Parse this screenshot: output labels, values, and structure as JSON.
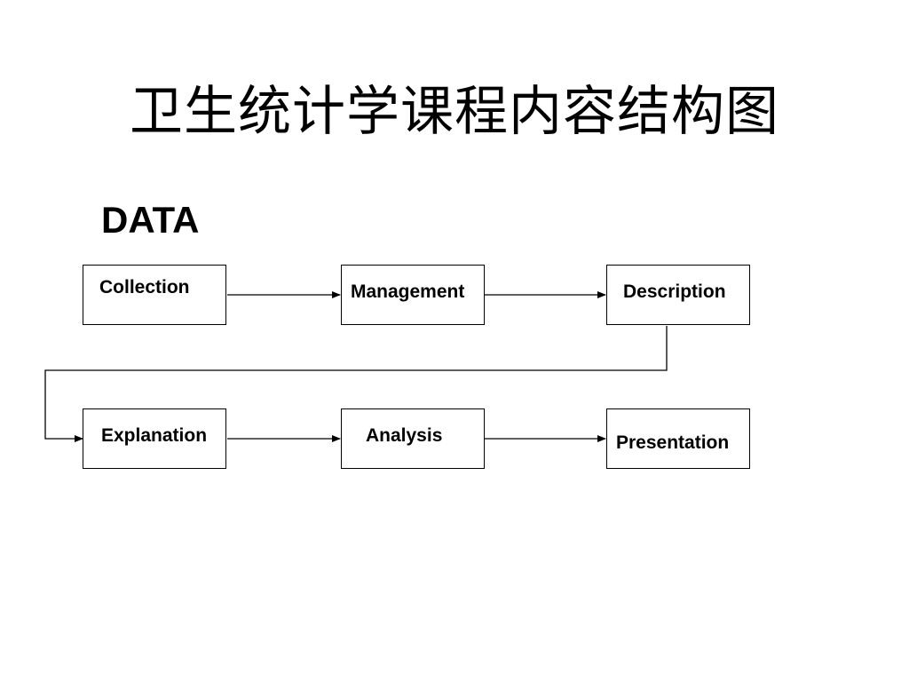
{
  "slide": {
    "title": "卫生统计学课程内容结构图",
    "subtitle": "DATA"
  },
  "flow": {
    "steps": [
      {
        "id": "collection",
        "label": "Collection"
      },
      {
        "id": "management",
        "label": "Management"
      },
      {
        "id": "description",
        "label": "Description"
      },
      {
        "id": "explanation",
        "label": "Explanation"
      },
      {
        "id": "analysis",
        "label": "Analysis"
      },
      {
        "id": "presentation",
        "label": "Presentation"
      }
    ],
    "connections": [
      {
        "from": "collection",
        "to": "management"
      },
      {
        "from": "management",
        "to": "description"
      },
      {
        "from": "description",
        "to": "explanation"
      },
      {
        "from": "explanation",
        "to": "analysis"
      },
      {
        "from": "analysis",
        "to": "presentation"
      }
    ]
  }
}
